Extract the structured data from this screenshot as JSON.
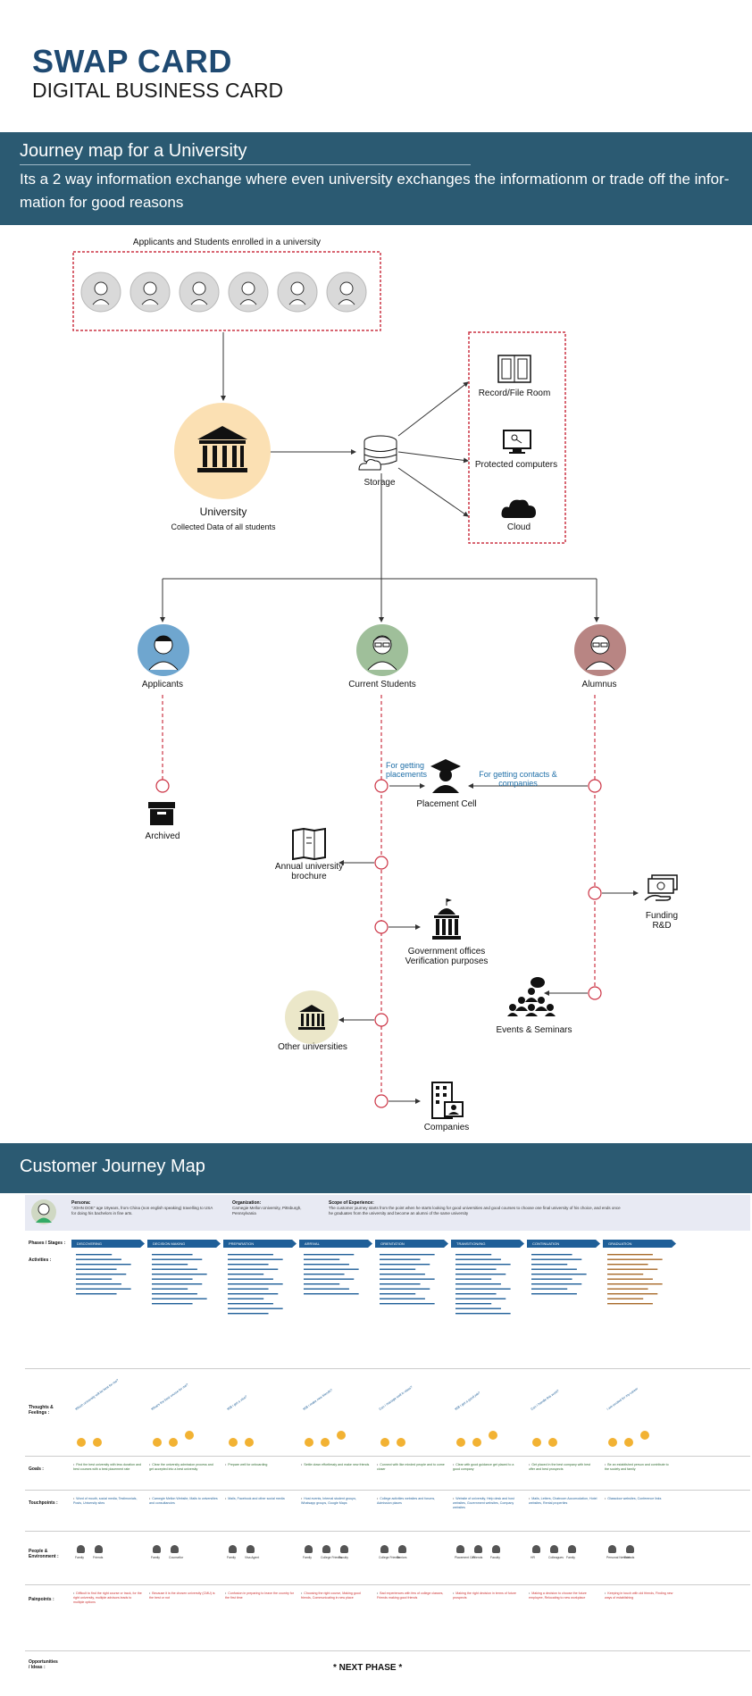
{
  "header": {
    "title": "SWAP CARD",
    "subtitle": "DIGITAL BUSINESS CARD"
  },
  "section1": {
    "heading": "Journey map for a University",
    "description": "Its a 2 way information exchange where even university exchanges the informationm or trade off the infor- mation for good reasons"
  },
  "diagram": {
    "applicants_group_label": "Applicants and Students enrolled in a university",
    "university_label": "University",
    "university_caption": "Collected Data of all students",
    "storage_label": "Storage",
    "storage_targets": [
      "Record/File Room",
      "Protected computers",
      "Cloud"
    ],
    "branches": [
      "Applicants",
      "Current Students",
      "Alumnus"
    ],
    "archived": "Archived",
    "placement": {
      "label": "Placement Cell",
      "left_note": "For getting placements",
      "right_note": "For getting contacts & companies"
    },
    "brochure": "Annual university brochure",
    "funding": "Funding R&D",
    "government": "Government offices Verification purposes",
    "events": "Events & Seminars",
    "other_unis": "Other universities",
    "companies": "Companies"
  },
  "section2": {
    "heading": "Customer Journey Map"
  },
  "journey_map": {
    "persona_title": "Persona:",
    "persona_text": "\"JOHN DOE\" age 19years, from China (non english speaking) travelling to USA for doing his bachelors in fine arts.",
    "org_title": "Organization:",
    "org_text": "Carnegie Mellon University, Pittsburgh, Pennsylvania",
    "scope_title": "Scope of Experience:",
    "scope_text": "The customer journey starts from the point when he starts looking for good universities and good courses to choose one final university of his choice, and ends once he graduates from the university and become an alumni of the same university",
    "row_labels": [
      "Phases / Stages :",
      "Activities :",
      "Thoughts & Feelings :",
      "Goals :",
      "Touchpoints :",
      "People & Environment :",
      "Painpoints :",
      "Opportunities / Ideas :"
    ],
    "phases": [
      "DISCOVERING",
      "DECISION MAKING",
      "PREPARATION",
      "ARRIVAL",
      "ORIENTATION",
      "TRANSITION/ING",
      "CONTINUATION",
      "GRADUATION"
    ],
    "goals": [
      "Find the best university with less duration and best courses with a best placement rate",
      "Clear the university admission process and get accepted into a best university",
      "Prepare well for onboarding",
      "Settle down effortlessly and make new friends",
      "Connect with like minded people and to come closer",
      "Clear with good guidance get placed to a good company",
      "Get placed in the best company with best offer and best prospects",
      "Be an established person and contribute to the society and family"
    ],
    "touchpoints": [
      "Word of mouth, social media, Testimonials, Posts, University sites",
      "Carnegie Mellon Website, Mails to universities and consultancies",
      "Mails, Facebook and other social media",
      "Host events, Internal student groups, Whatsapp groups, Google Maps",
      "College activities websites and forums, Admission places",
      "Website of university, Help desk and host websites, Government websites, Company websites",
      "Mails, Letters, Chatroom Accomodation, Hotel websites, Rental properties",
      "Glassdoor websites, Conference links"
    ],
    "people": [
      [
        "Family",
        "Friends"
      ],
      [
        "Family",
        "Counsellor"
      ],
      [
        "Family",
        "Visa Agent"
      ],
      [
        "Family",
        "College Friends",
        "Faculty"
      ],
      [
        "College Friends",
        "Seniors"
      ],
      [
        "Placement Cell",
        "Friends",
        "Faculty"
      ],
      [
        "HR",
        "Colleagues",
        "Family"
      ],
      [
        "Personal Network",
        "Friends"
      ]
    ],
    "painpoints": [
      "Difficult to find the right course or track, for the right university, multiple advisors leads to multiple options",
      "Because it is the chosen university (CMU) is the best or not",
      "Confusion in preparing to leave the country for the first time",
      "Choosing the right course, Making good friends, Communicating in new place",
      "Bad experiences with few of college classes, Friends making good friends",
      "Making the right decision in terms of future prospects",
      "Making a decision to choose the future employee, Relocating to new workplace",
      "Keeping in touch with old friends, Finding new ways of establishing"
    ],
    "thought_samples": [
      "Which university will be best for me?",
      "What's the best course for me?",
      "Will I get a visa?",
      "Will I make new friends?",
      "Can I manage well in class?",
      "Will I get a good job?",
      "Can I handle this work?",
      "I am excited for my career"
    ],
    "next_phase": "* NEXT PHASE *"
  },
  "colors": {
    "brand_blue": "#1f4a72",
    "band": "#2b5a72",
    "dotted_red": "#cc3344",
    "phase_blue": "#1f5f98"
  }
}
